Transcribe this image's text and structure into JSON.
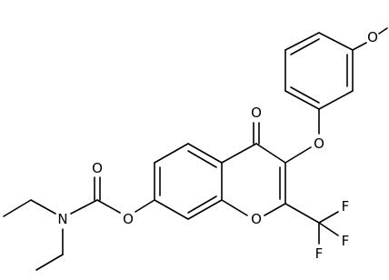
{
  "structure": {
    "atom_labels": {
      "methoxy_oxygen": "O",
      "aryloxy_oxygen": "O",
      "ketone_oxygen": "O",
      "ring_oxygen": "O",
      "carbamate_ester_oxygen": "O",
      "carbonyl_oxygen": "O",
      "nitrogen": "N",
      "fluorine_1": "F",
      "fluorine_2": "F",
      "fluorine_3": "F"
    }
  }
}
